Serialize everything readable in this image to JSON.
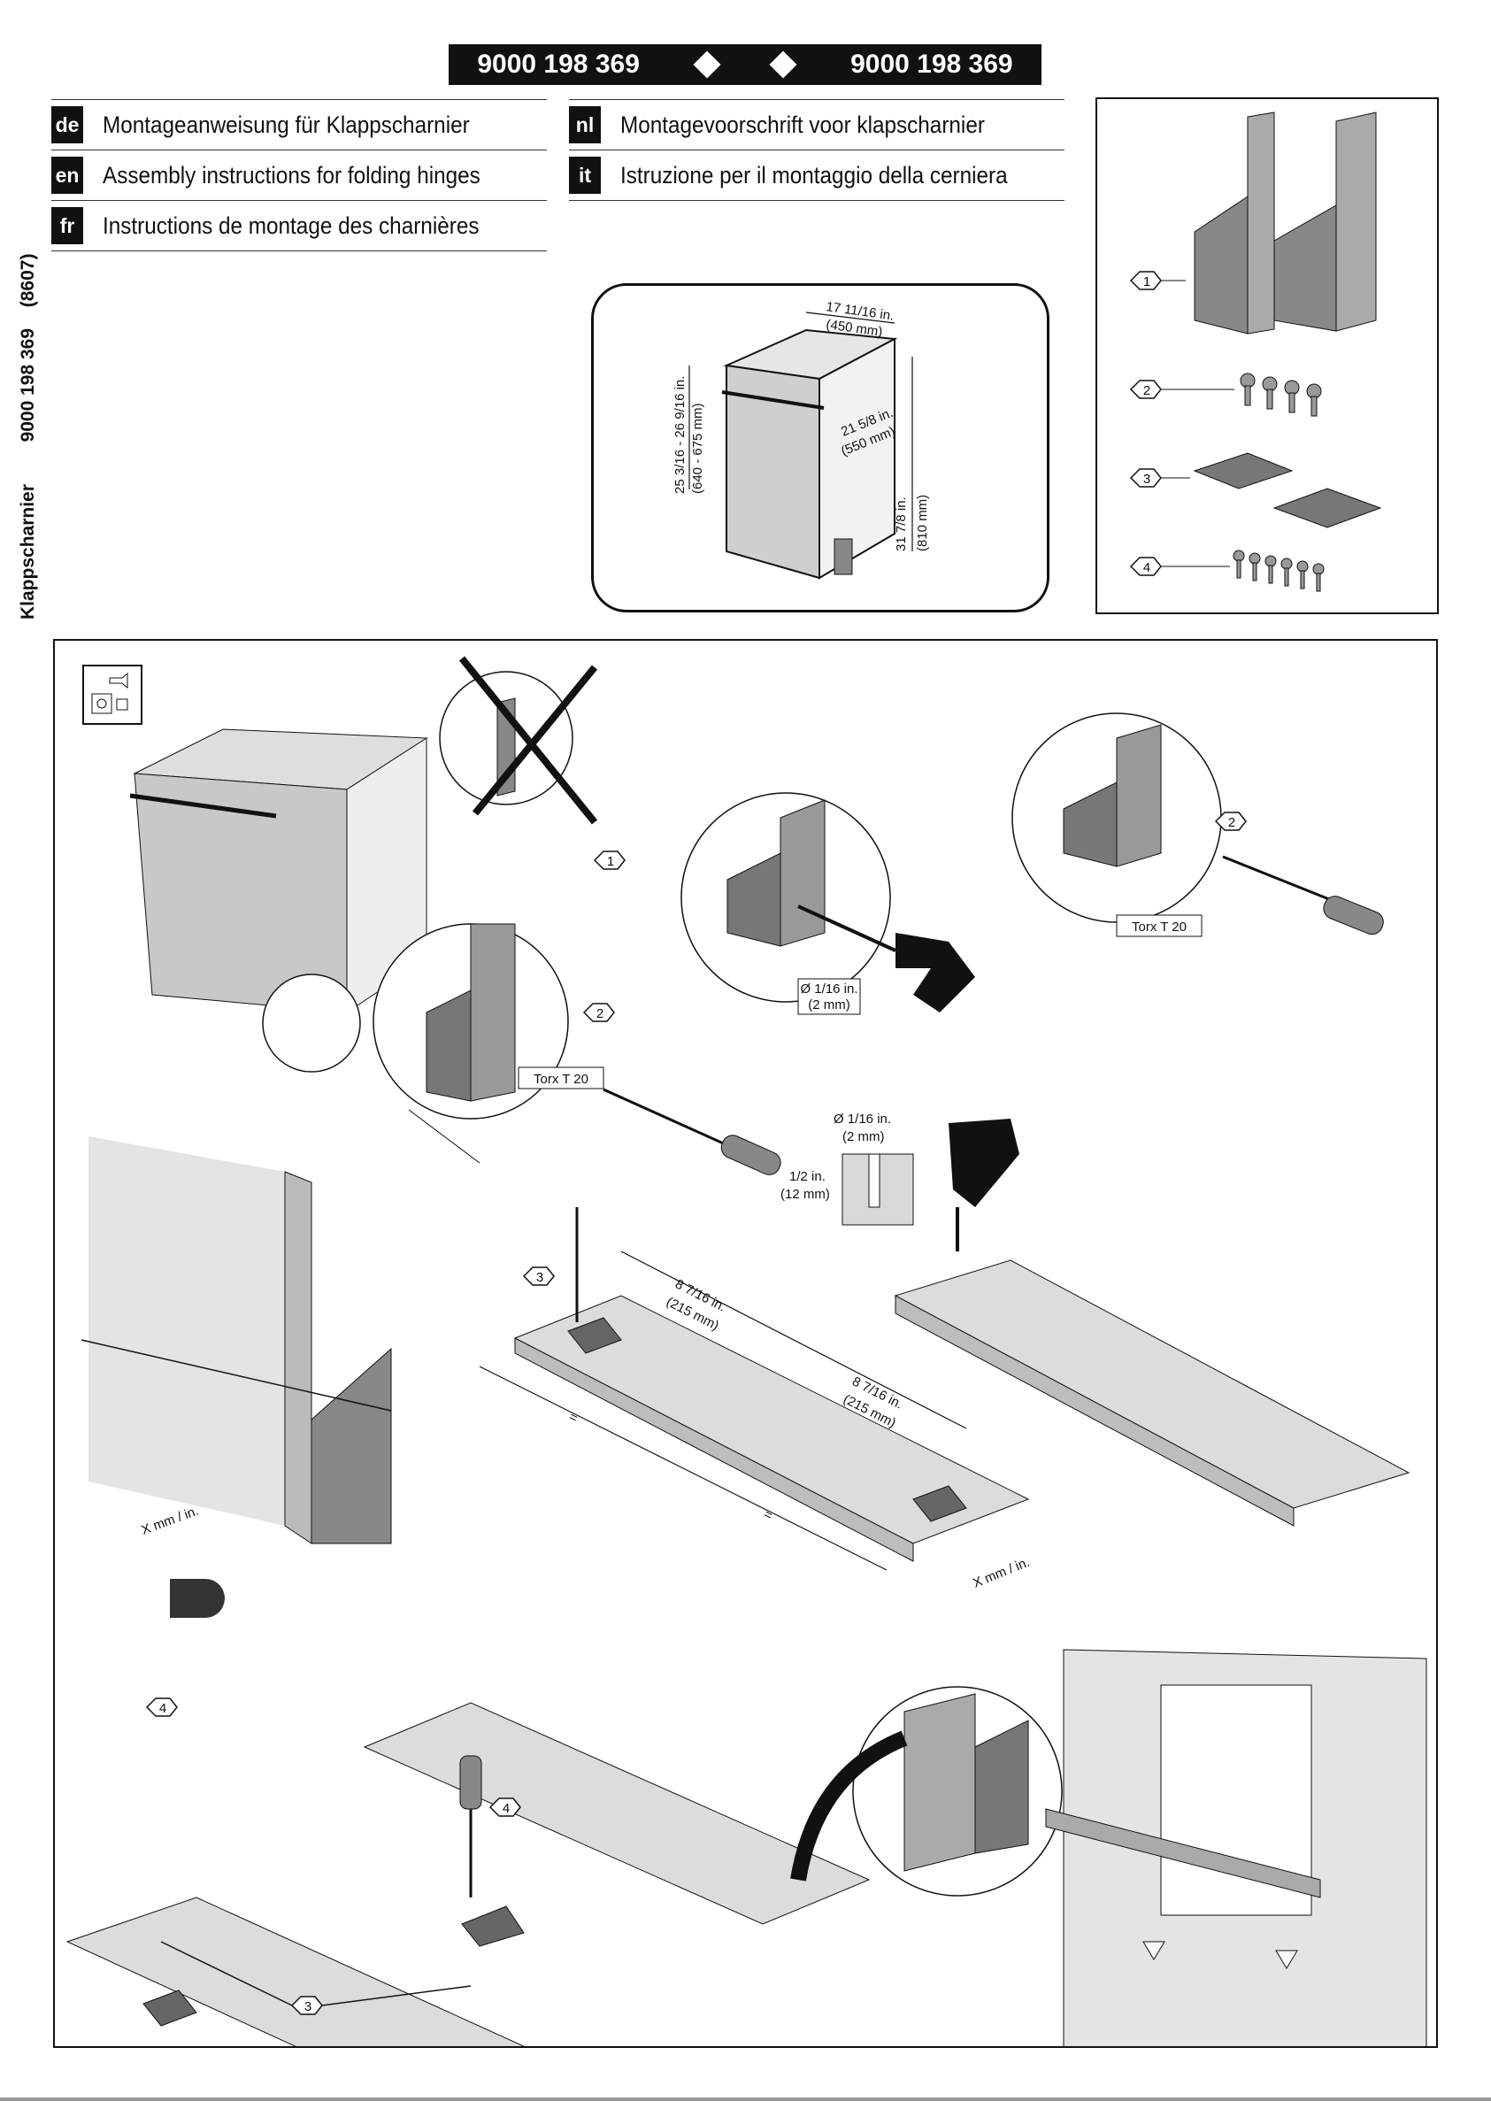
{
  "header": {
    "code_left": "9000 198 369",
    "code_right": "9000 198 369"
  },
  "languages": [
    {
      "code": "de",
      "text": "Montageanweisung für Klappscharnier"
    },
    {
      "code": "en",
      "text": "Assembly instructions for folding hinges"
    },
    {
      "code": "fr",
      "text": "Instructions de montage des charnières"
    },
    {
      "code": "nl",
      "text": "Montagevoorschrift voor klapscharnier"
    },
    {
      "code": "it",
      "text": "Istruzione per il montaggio della cerniera"
    }
  ],
  "sidebar": {
    "title": "Klappscharnier",
    "code": "9000 198 369",
    "revision": "(8607)"
  },
  "dimensions": {
    "width_in": "17 11/16 in.",
    "width_mm": "(450 mm)",
    "depth_in": "21 5/8 in.",
    "depth_mm": "(550 mm)",
    "height_in": "31 7/8 in.",
    "height_mm": "(810 mm)",
    "range_in": "25 3/16 - 26 9/16 in.",
    "range_mm": "(640 - 675 mm)"
  },
  "parts": [
    {
      "number": "1"
    },
    {
      "number": "2"
    },
    {
      "number": "3"
    },
    {
      "number": "4"
    }
  ],
  "steps": {
    "torx_label_1": "Torx T 20",
    "torx_label_2": "Torx T 20",
    "drill_diameter_in": "Ø 1/16 in.",
    "drill_diameter_mm": "(2 mm)",
    "drill_diameter2_in": "Ø 1/16 in.",
    "drill_diameter2_mm": "(2 mm)",
    "drill_depth_in": "1/2 in.",
    "drill_depth_mm": "(12 mm)",
    "spacing_in": "8 7/16 in.",
    "spacing_mm": "(215 mm)",
    "spacing2_in": "8 7/16 in.",
    "spacing2_mm": "(215 mm)",
    "equal_mark": "=",
    "x_label_1": "X mm / in.",
    "x_label_2": "X mm / in.",
    "callout_1": "1",
    "callout_2a": "2",
    "callout_2b": "2",
    "callout_3a": "3",
    "callout_3b": "3",
    "callout_4a": "4",
    "callout_4b": "4"
  },
  "colors": {
    "ink": "#111111",
    "panel_gray": "#d4d4d4",
    "hinge_gray": "#8a8a8a"
  }
}
